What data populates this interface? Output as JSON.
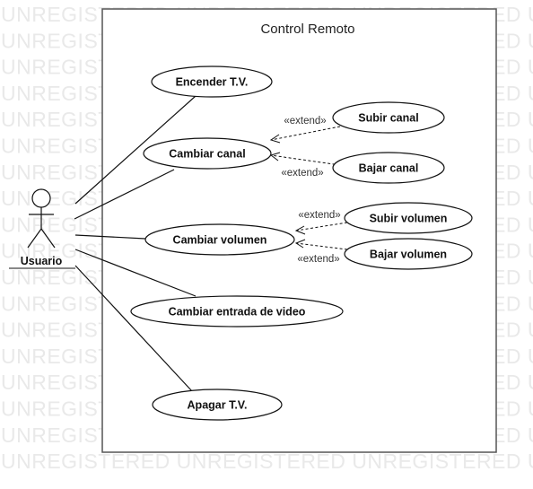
{
  "watermark": {
    "text": "UNREGISTERED UNREGISTERED UNREGISTERED UNREGISTERED",
    "color": "#e9e9e9"
  },
  "diagram": {
    "system_title": "Control Remoto",
    "actor": {
      "name": "Usuario"
    },
    "use_cases": {
      "encender": "Encender T.V.",
      "cambiar_canal": "Cambiar canal",
      "subir_canal": "Subir canal",
      "bajar_canal": "Bajar canal",
      "cambiar_volumen": "Cambiar volumen",
      "subir_volumen": "Subir volumen",
      "bajar_volumen": "Bajar volumen",
      "cambiar_entrada": "Cambiar entrada de video",
      "apagar": "Apagar T.V."
    },
    "stereotypes": {
      "extend_subir_canal": "«extend»",
      "extend_bajar_canal": "«extend»",
      "extend_subir_volumen": "«extend»",
      "extend_bajar_volumen": "«extend»"
    }
  }
}
